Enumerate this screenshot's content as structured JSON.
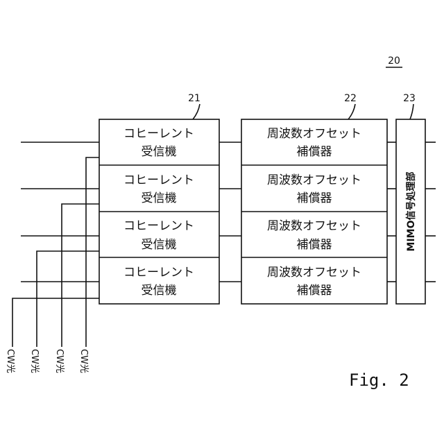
{
  "figure_ref": "20",
  "figure_caption": "Fig. 2",
  "ref_numbers": {
    "receivers": "21",
    "compensators": "22",
    "mimo": "23"
  },
  "receivers": [
    {
      "line1": "コヒーレント",
      "line2": "受信機"
    },
    {
      "line1": "コヒーレント",
      "line2": "受信機"
    },
    {
      "line1": "コヒーレント",
      "line2": "受信機"
    },
    {
      "line1": "コヒーレント",
      "line2": "受信機"
    }
  ],
  "compensators": [
    {
      "line1": "周波数オフセット",
      "line2": "補償器"
    },
    {
      "line1": "周波数オフセット",
      "line2": "補償器"
    },
    {
      "line1": "周波数オフセット",
      "line2": "補償器"
    },
    {
      "line1": "周波数オフセット",
      "line2": "補償器"
    }
  ],
  "mimo_label": "MIMO信号処理部",
  "cw_inputs": [
    "CW光",
    "CW光",
    "CW光",
    "CW光"
  ]
}
